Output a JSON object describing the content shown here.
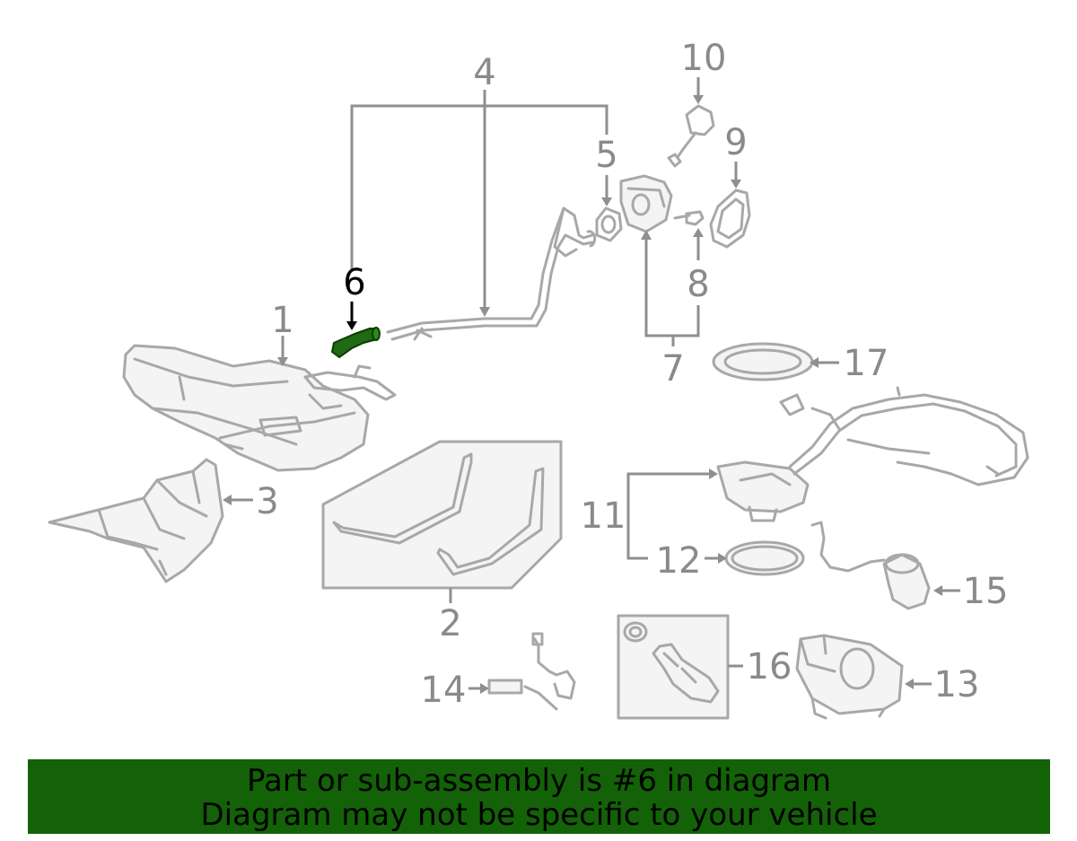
{
  "callouts": {
    "c1": "1",
    "c2": "2",
    "c3": "3",
    "c4": "4",
    "c5": "5",
    "c6": "6",
    "c7": "7",
    "c8": "8",
    "c9": "9",
    "c10": "10",
    "c11": "11",
    "c12": "12",
    "c13": "13",
    "c14": "14",
    "c15": "15",
    "c16": "16",
    "c17": "17"
  },
  "highlighted_part": "6",
  "colors": {
    "highlight_part": "#1f6a12",
    "banner_background": "#136207",
    "part_lines": "#a8a8a8",
    "callout_text": "#8a8a8a"
  },
  "banner": {
    "line1": "Part or sub-assembly is #6 in diagram",
    "line2": "Diagram may not be specific to your vehicle"
  }
}
